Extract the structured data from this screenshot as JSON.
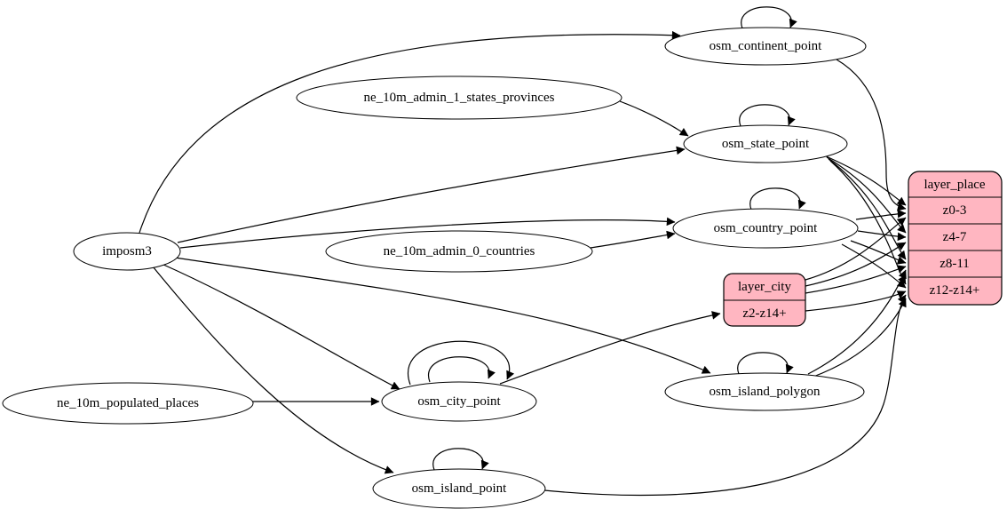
{
  "diagram": {
    "colors": {
      "background": "#ffffff",
      "table_fill": "#ffffff",
      "record_fill": "#ffb6c1",
      "stroke": "#000000"
    },
    "nodes": {
      "imposm3": {
        "label": "imposm3"
      },
      "ne_10m_admin_1_states_provinces": {
        "label": "ne_10m_admin_1_states_provinces"
      },
      "ne_10m_admin_0_countries": {
        "label": "ne_10m_admin_0_countries"
      },
      "ne_10m_populated_places": {
        "label": "ne_10m_populated_places"
      },
      "osm_continent_point": {
        "label": "osm_continent_point"
      },
      "osm_state_point": {
        "label": "osm_state_point"
      },
      "osm_country_point": {
        "label": "osm_country_point"
      },
      "osm_city_point": {
        "label": "osm_city_point"
      },
      "osm_island_polygon": {
        "label": "osm_island_polygon"
      },
      "osm_island_point": {
        "label": "osm_island_point"
      },
      "layer_city": {
        "title": "layer_city",
        "rows": [
          "z2-z14+"
        ]
      },
      "layer_place": {
        "title": "layer_place",
        "rows": [
          "z0-3",
          "z4-7",
          "z8-11",
          "z12-z14+"
        ]
      }
    },
    "edges": [
      {
        "from": "imposm3",
        "to": "osm_continent_point"
      },
      {
        "from": "imposm3",
        "to": "osm_state_point"
      },
      {
        "from": "imposm3",
        "to": "osm_country_point"
      },
      {
        "from": "imposm3",
        "to": "osm_city_point"
      },
      {
        "from": "imposm3",
        "to": "osm_island_polygon"
      },
      {
        "from": "imposm3",
        "to": "osm_island_point"
      },
      {
        "from": "ne_10m_admin_1_states_provinces",
        "to": "osm_state_point"
      },
      {
        "from": "ne_10m_admin_0_countries",
        "to": "osm_country_point"
      },
      {
        "from": "ne_10m_populated_places",
        "to": "osm_city_point"
      },
      {
        "from": "osm_continent_point",
        "to": "osm_continent_point"
      },
      {
        "from": "osm_state_point",
        "to": "osm_state_point"
      },
      {
        "from": "osm_country_point",
        "to": "osm_country_point"
      },
      {
        "from": "osm_city_point",
        "to": "osm_city_point"
      },
      {
        "from": "osm_city_point",
        "to": "osm_city_point"
      },
      {
        "from": "osm_island_polygon",
        "to": "osm_island_polygon"
      },
      {
        "from": "osm_island_point",
        "to": "osm_island_point"
      },
      {
        "from": "osm_continent_point",
        "to": "layer_place",
        "port": "z0-3"
      },
      {
        "from": "osm_state_point",
        "to": "layer_place",
        "port": "z0-3"
      },
      {
        "from": "osm_state_point",
        "to": "layer_place",
        "port": "z4-7"
      },
      {
        "from": "osm_state_point",
        "to": "layer_place",
        "port": "z8-11"
      },
      {
        "from": "osm_state_point",
        "to": "layer_place",
        "port": "z12-z14+"
      },
      {
        "from": "osm_country_point",
        "to": "layer_place",
        "port": "z0-3"
      },
      {
        "from": "osm_country_point",
        "to": "layer_place",
        "port": "z4-7"
      },
      {
        "from": "osm_country_point",
        "to": "layer_place",
        "port": "z8-11"
      },
      {
        "from": "osm_country_point",
        "to": "layer_place",
        "port": "z12-z14+"
      },
      {
        "from": "osm_city_point",
        "to": "layer_city",
        "port": "z2-z14+"
      },
      {
        "from": "layer_city",
        "to": "layer_place",
        "port": "z0-3"
      },
      {
        "from": "layer_city",
        "to": "layer_place",
        "port": "z4-7"
      },
      {
        "from": "layer_city",
        "to": "layer_place",
        "port": "z8-11"
      },
      {
        "from": "layer_city",
        "to": "layer_place",
        "port": "z12-z14+"
      },
      {
        "from": "osm_island_polygon",
        "to": "layer_place",
        "port": "z8-11"
      },
      {
        "from": "osm_island_polygon",
        "to": "layer_place",
        "port": "z12-z14+"
      },
      {
        "from": "osm_island_point",
        "to": "layer_place",
        "port": "z12-z14+"
      }
    ]
  }
}
